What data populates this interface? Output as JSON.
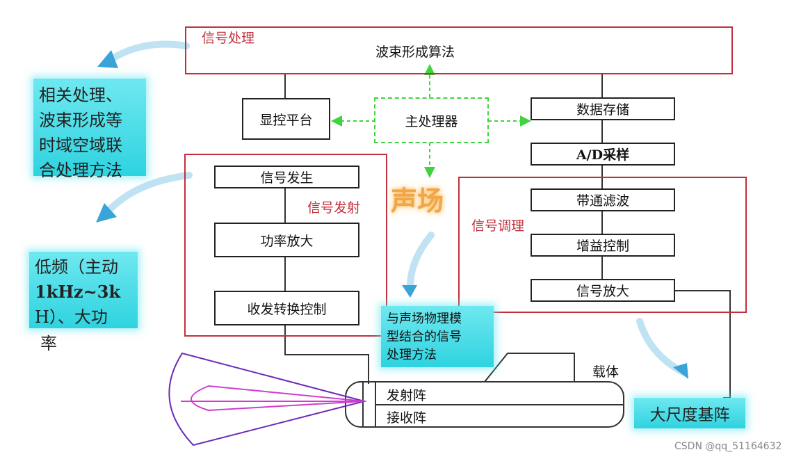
{
  "signal_processing": {
    "label": "信号处理",
    "algorithm": "波束形成算法"
  },
  "left_notes": {
    "note1": [
      "相关处理、",
      "波束形成等",
      "时域空域联",
      "合处理方法"
    ],
    "note2": [
      "低频（主动",
      "1kHz~3k",
      "H）、大功",
      "率"
    ]
  },
  "blocks": {
    "display": "显控平台",
    "main_processor": "主处理器",
    "data_storage": "数据存储",
    "ad_sampling": "A/D采样",
    "bandpass": "带通滤波",
    "gain_control": "增益控制",
    "signal_amp": "信号放大",
    "signal_gen": "信号发生",
    "power_amp": "功率放大",
    "txrx_switch": "收发转换控制"
  },
  "group_labels": {
    "transmit": "信号发射",
    "conditioning": "信号调理"
  },
  "sound_field": "声场",
  "physics_note": [
    "与声场物理模",
    "型结合的信号",
    "处理方法"
  ],
  "carrier": "载体",
  "tx_array": "发射阵",
  "rx_array": "接收阵",
  "large_array": "大尺度基阵",
  "watermark": "CSDN @qq_51164632",
  "colors": {
    "red": "#c0303c",
    "green": "#3fd43f",
    "cyan": "#2ed3e0",
    "purple": "#6a2cb8",
    "magenta": "#d03cd0"
  }
}
